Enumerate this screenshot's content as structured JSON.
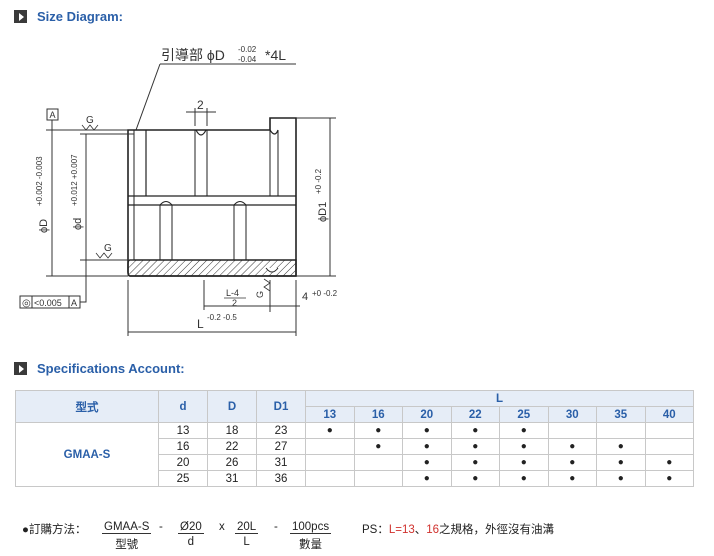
{
  "size_section": {
    "title": "Size Diagram:"
  },
  "diagram": {
    "annotation": "引導部 ϕD",
    "annot_tol_upper": "-0.02",
    "annot_tol_lower": "-0.04",
    "annot_suffix": "*4L",
    "width_2": "2",
    "datum_box": "A",
    "roughness_g": "G",
    "dia_D_label": "ϕD",
    "dia_D_tol": "+0.002 -0.003",
    "dia_d_label": "ϕd",
    "dia_d_tol": "+0.012 +0.007",
    "dia_D1_label": "ϕD1",
    "dia_D1_tol": "+0 -0.2",
    "concentricity_symbol": "◎",
    "concentricity_value": "<0.005",
    "concentricity_ref": "A",
    "half_len_num": "L-4",
    "half_len_den": "2",
    "flange_val": "4",
    "flange_tol": "+0 -0.2",
    "len_label": "L",
    "len_tol": "-0.2 -0.5"
  },
  "spec_section": {
    "title": "Specifications Account:"
  },
  "table": {
    "h_model": "型式",
    "h_d": "d",
    "h_D": "D",
    "h_D1": "D1",
    "h_L": "L",
    "L_values": [
      "13",
      "16",
      "20",
      "22",
      "25",
      "30",
      "35",
      "40"
    ],
    "model": "GMAA-S",
    "rows": [
      {
        "d": "13",
        "D": "18",
        "D1": "23",
        "marks": [
          1,
          1,
          1,
          1,
          1,
          0,
          0,
          0
        ]
      },
      {
        "d": "16",
        "D": "22",
        "D1": "27",
        "marks": [
          0,
          1,
          1,
          1,
          1,
          1,
          1,
          0
        ]
      },
      {
        "d": "20",
        "D": "26",
        "D1": "31",
        "marks": [
          0,
          0,
          1,
          1,
          1,
          1,
          1,
          1
        ]
      },
      {
        "d": "25",
        "D": "31",
        "D1": "36",
        "marks": [
          0,
          0,
          1,
          1,
          1,
          1,
          1,
          1
        ]
      }
    ],
    "mark_char": "●"
  },
  "order": {
    "label": "●訂購方法：",
    "c1_top": "GMAA-S",
    "c1_bot": "型號",
    "sep1": "-",
    "c2_top": "Ø20",
    "c2_bot": "d",
    "sep2": "x",
    "c3_top": "20L",
    "c3_bot": "L",
    "sep3": "-",
    "c4_top": "100pcs",
    "c4_bot": "數量",
    "ps_prefix": "PS：",
    "ps_red1": "L=13",
    "ps_mid": "、",
    "ps_red2": "16",
    "ps_suffix": "之規格，外徑沒有油溝"
  },
  "colors": {
    "accent": "#2a5fa8",
    "header_bg": "#e6edf7",
    "highlight": "#d0312d"
  }
}
